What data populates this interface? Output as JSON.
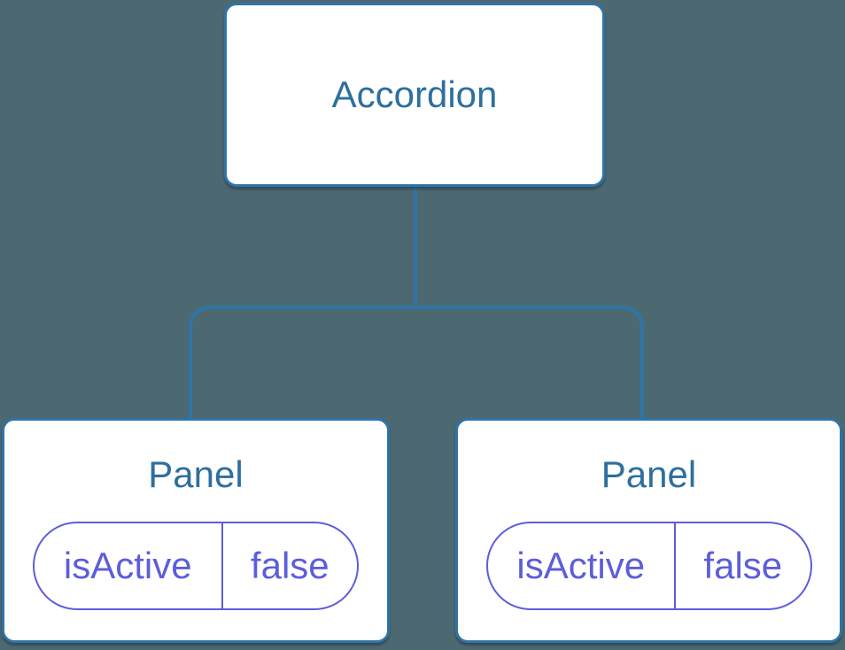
{
  "colors": {
    "background": "#4C6871",
    "tree_line": "#2F74A6",
    "node_border": "#2F74A6",
    "node_fill": "#FFFFFF",
    "node_label": "#2E6F9D",
    "state_accent": "#5C5EDB"
  },
  "tree": {
    "root": {
      "label": "Accordion"
    },
    "children": [
      {
        "label": "Panel",
        "state": {
          "name": "isActive",
          "value": "false"
        }
      },
      {
        "label": "Panel",
        "state": {
          "name": "isActive",
          "value": "false"
        }
      }
    ]
  }
}
